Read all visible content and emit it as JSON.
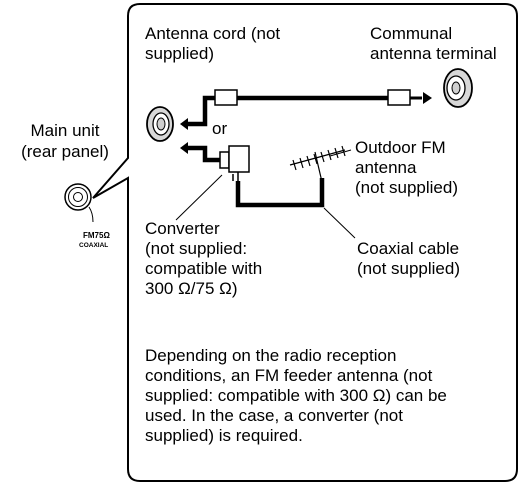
{
  "main_unit": {
    "title": "Main unit",
    "subtitle": "(rear panel)",
    "jack_label_1": "FM75Ω",
    "jack_label_2": "COAXIAL"
  },
  "antenna_cord": {
    "line1": "Antenna cord (not",
    "line2": "supplied)"
  },
  "communal_terminal": {
    "line1": "Communal",
    "line2": "antenna terminal"
  },
  "or_label": "or",
  "outdoor_antenna": {
    "line1": "Outdoor FM",
    "line2": "antenna",
    "line3": "(not supplied)"
  },
  "converter": {
    "line1": "Converter",
    "line2": "(not supplied:",
    "line3": "compatible with",
    "line4": "300 Ω/75 Ω)"
  },
  "coaxial_cable": {
    "line1": "Coaxial cable",
    "line2": "(not supplied)"
  },
  "note": {
    "line1": "Depending on the radio reception",
    "line2": "conditions, an FM feeder antenna (not",
    "line3": "supplied: compatible with 300 Ω) can be",
    "line4": "used. In the case, a converter (not",
    "line5": "supplied) is required."
  }
}
